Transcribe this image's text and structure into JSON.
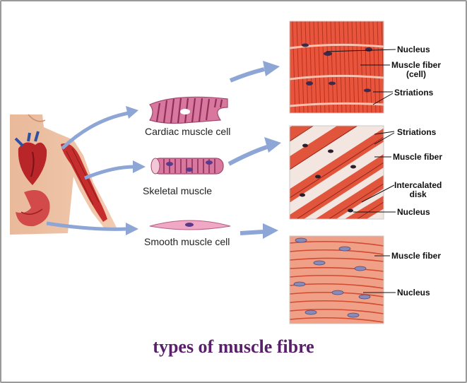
{
  "title": "types of muscle fibre",
  "cells": {
    "cardiac": "Cardiac muscle cell",
    "skeletal": "Skeletal muscle",
    "smooth": "Smooth muscle cell"
  },
  "callouts": {
    "panel1": {
      "nucleus": "Nucleus",
      "fiber_line1": "Muscle fiber",
      "fiber_line2": "(cell)",
      "striations": "Striations"
    },
    "panel2": {
      "striations": "Striations",
      "fiber": "Muscle fiber",
      "disk_line1": "Intercalated",
      "disk_line2": "disk",
      "nucleus": "Nucleus"
    },
    "panel3": {
      "fiber": "Muscle fiber",
      "nucleus": "Nucleus"
    }
  },
  "colors": {
    "title": "#5a1f6a",
    "arrow": "#8ea6d6",
    "muscle": "#e8553c",
    "cell_pink": "#d9789e",
    "nucleus": "#5a3a8a"
  }
}
